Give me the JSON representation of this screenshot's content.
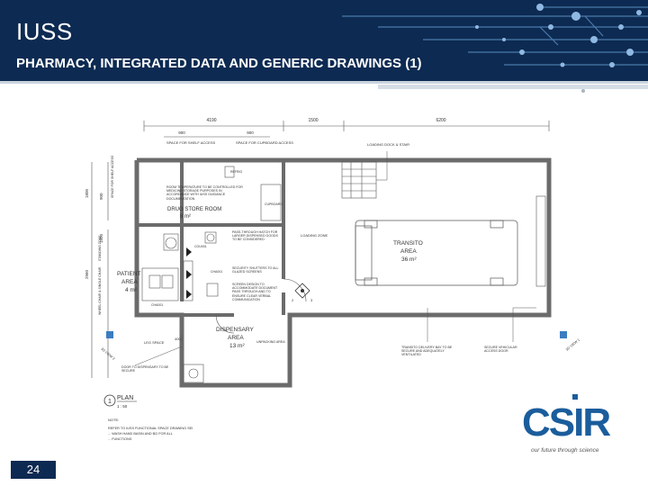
{
  "header": {
    "title": "IUSS",
    "subtitle": "PHARMACY, INTEGRATED DATA AND GENERIC DRAWINGS (1)"
  },
  "drawing": {
    "dims_top": [
      "4190",
      "1500",
      "6200"
    ],
    "dims_sub": [
      "900",
      "900"
    ],
    "dims_left": [
      "1800",
      "900",
      "1800",
      "2960"
    ],
    "dim_bottom": "400",
    "top_notes": [
      "SPACE FOR SHELF ACCESS",
      "SPACE FOR CUPBOARD ACCESS",
      "LOADING DOCK & STAIR"
    ],
    "rooms": {
      "drug_store": {
        "name": "DRUG STORE ROOM",
        "area": "8 m²"
      },
      "patient": {
        "name1": "PATIENT",
        "name2": "AREA",
        "area": "4 m²"
      },
      "dispensary": {
        "name1": "DISPENSARY",
        "name2": "AREA",
        "area": "13 m²"
      },
      "transito": {
        "name1": "TRANSITO",
        "name2": "AREA",
        "area": "36 m²"
      }
    },
    "notes": {
      "temperature": "ROOM TEMPERATURE TO BE CONTROLLED FOR MEDICINE STORAGE PURPOSES IN ACCORDANCE WITH IUSS GUIDANCE DOCUMENTATION",
      "loading_zone": "LOADING ZONE",
      "pass_through": "PASS-THROUGH HATCH FOR LARGER DISPENSED GOODS TO BE CONSIDERED",
      "security_shutters": "SECURITY SHUTTERS TO ALL GLAZED SCREENS",
      "screen_design": "SCREEN DESIGN TO ACCOMMODATE DOCUMENT PASS THROUGH AND TO ENSURE CLEAR VERBAL COMMUNICATION",
      "unpacking": "UNPACKING AREA",
      "leg_space": "LEG SPACE",
      "door_note": "DOOR TO DISPENSARY TO BE SECURE",
      "delivery_bay": "TRANSITO DELIVERY BAY TO BE SECURE AND ADEQUATELY VENTILATED",
      "vehicular_door": "SECURE VEHICULAR ACCESS DOOR",
      "cupboard": "CUPBOARD",
      "standing_zone": "STANDING ZONE",
      "wheelchair": "WHEEL CHAIR & SINGLE CHAIR",
      "shelf_access": "SPACE FOR SHELF ACCESS",
      "view2": "3D VIEW 2",
      "view1": "3D VIEW 1",
      "refrig": "REFRIG",
      "counter1": "COU001",
      "counter2": "CHA001",
      "chair": "CHA001"
    },
    "plan_label": {
      "number": "1",
      "title": "PLAN",
      "scale": "1 : 50"
    },
    "footnote": {
      "heading": "NOTE:",
      "lines": [
        "REFER TO IUSS FUNCTIONAL SPACE DRAWING SEI",
        "... WASH HAND BASIN AND BG FOR ALL",
        "... FUNCTIONS"
      ]
    }
  },
  "logo": {
    "text": "CSIR",
    "tagline": "our future through science",
    "color": "#1b5d9c"
  },
  "page_number": "24",
  "colors": {
    "header_bg": "#0d2a52",
    "accent": "#1b5d9c",
    "wall": "#6b6b6b"
  }
}
